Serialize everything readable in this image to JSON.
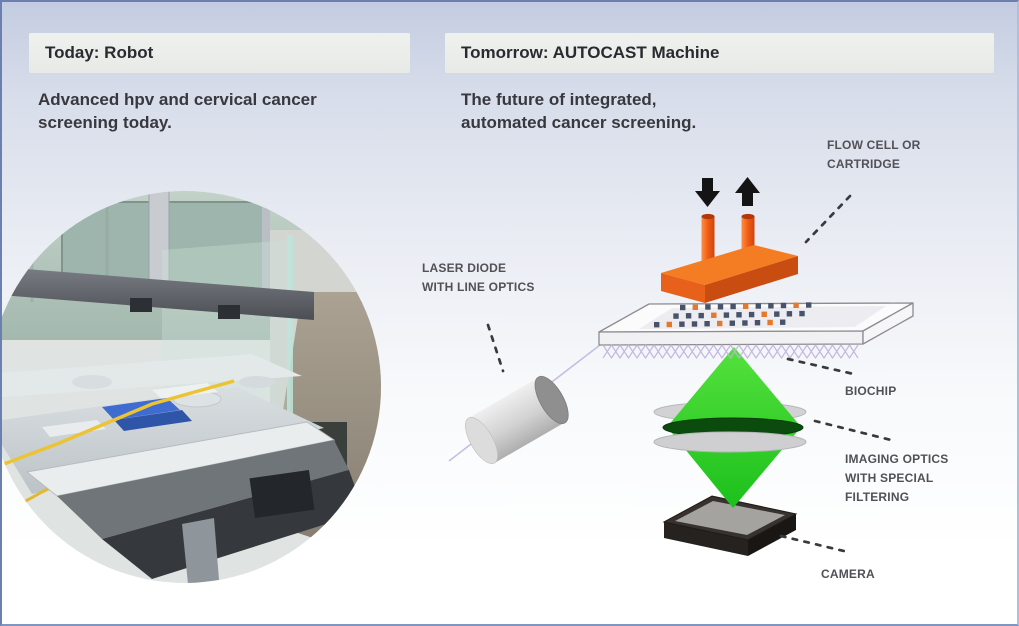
{
  "panels": {
    "today": {
      "header": "Today: Robot",
      "subtitle": "Advanced hpv and cervical cancer screening today."
    },
    "tomorrow": {
      "header": "Tomorrow: AUTOCAST Machine",
      "subtitle": "The future of integrated, automated cancer screening."
    }
  },
  "diagram": {
    "labels": {
      "flow_cell": "FLOW CELL OR\nCARTRIDGE",
      "laser_diode": "LASER DIODE\nWITH LINE OPTICS",
      "biochip": "BIOCHIP",
      "imaging_optics": "IMAGING OPTICS\nWITH SPECIAL\nFILTERING",
      "camera": "CAMERA"
    },
    "icons": {
      "fluid_in": "down-arrow-icon",
      "fluid_out": "up-arrow-icon"
    }
  },
  "colors": {
    "background_top": "#c4cce1",
    "header_bar": "#e9ebe8",
    "flow_cell_orange": "#ed6a1d",
    "laser_light_green": "#2ed32e",
    "filter_dark_green": "#0b4b0d",
    "beam_lavender": "#c8bce4",
    "connector_dark": "#3a3a3a",
    "label_gray": "#515156"
  }
}
